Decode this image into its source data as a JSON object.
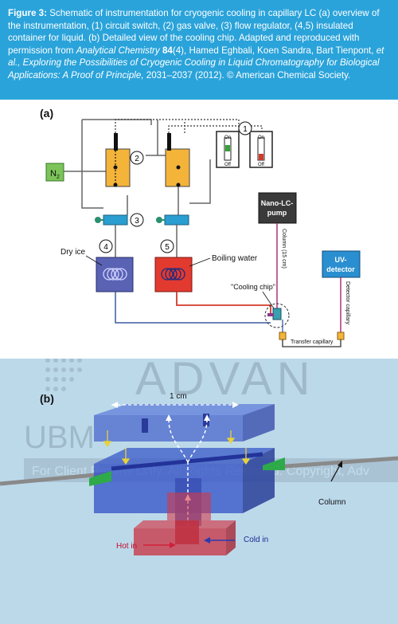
{
  "caption": {
    "label": "Figure 3:",
    "text1": "Schematic of instrumentation for cryogenic cooling in capillary LC (a) overview of the instrumentation, (1) circuit switch, (2) gas valve, (3) flow regulator, (4,5) insulated container for liquid. (b) Detailed view of the cooling chip. Adapted and reproduced with permission from ",
    "journal": "Analytical Chemistry",
    "volume": "84",
    "issue": "(4), Hamed Eghbali, Koen Sandra, Bart Tienpont, ",
    "etal": "et al., Exploring the Possibilities of Cryogenic Cooling in Liquid Chromatography for Biological Applications: A Proof of Principle,",
    "tail": " 2031–2037 (2012). © American Chemical Society."
  },
  "panel_a": {
    "label": "(a)",
    "n2": "N",
    "n2_sub": "2",
    "num1": "1",
    "num2": "2",
    "num3": "3",
    "num4": "4",
    "num5": "5",
    "switch_on": "On",
    "switch_off": "Off",
    "dry_ice": "Dry ice",
    "boiling_water": "Boiling water",
    "cooling_chip": "\"Cooling chip\"",
    "pump_line1": "Nano-LC-",
    "pump_line2": "pump",
    "uv_line1": "UV-",
    "uv_line2": "detector",
    "column": "Column (15 cm)",
    "detector_capillary": "Detector capillary",
    "transfer_capillary": "Transfer capillary"
  },
  "panel_b": {
    "label": "(b)",
    "width_label": "1 cm",
    "column": "Column",
    "hot_in": "Hot in",
    "cold_in": "Cold in",
    "watermark_brand": "ADVAN",
    "watermark_ubm": "UBM",
    "watermark_text": "For Client Review Only. All Rights Reserved. Copyright, Adv"
  },
  "colors": {
    "caption_bg": "#2aa3da",
    "valve": "#f4b43a",
    "n2_box": "#7cc35a",
    "dry_ice": "#5a62b4",
    "boiling": "#e23a2f",
    "pump": "#333333",
    "detector": "#2a8fd0",
    "panel_b_bg": "#bcd9ea"
  }
}
